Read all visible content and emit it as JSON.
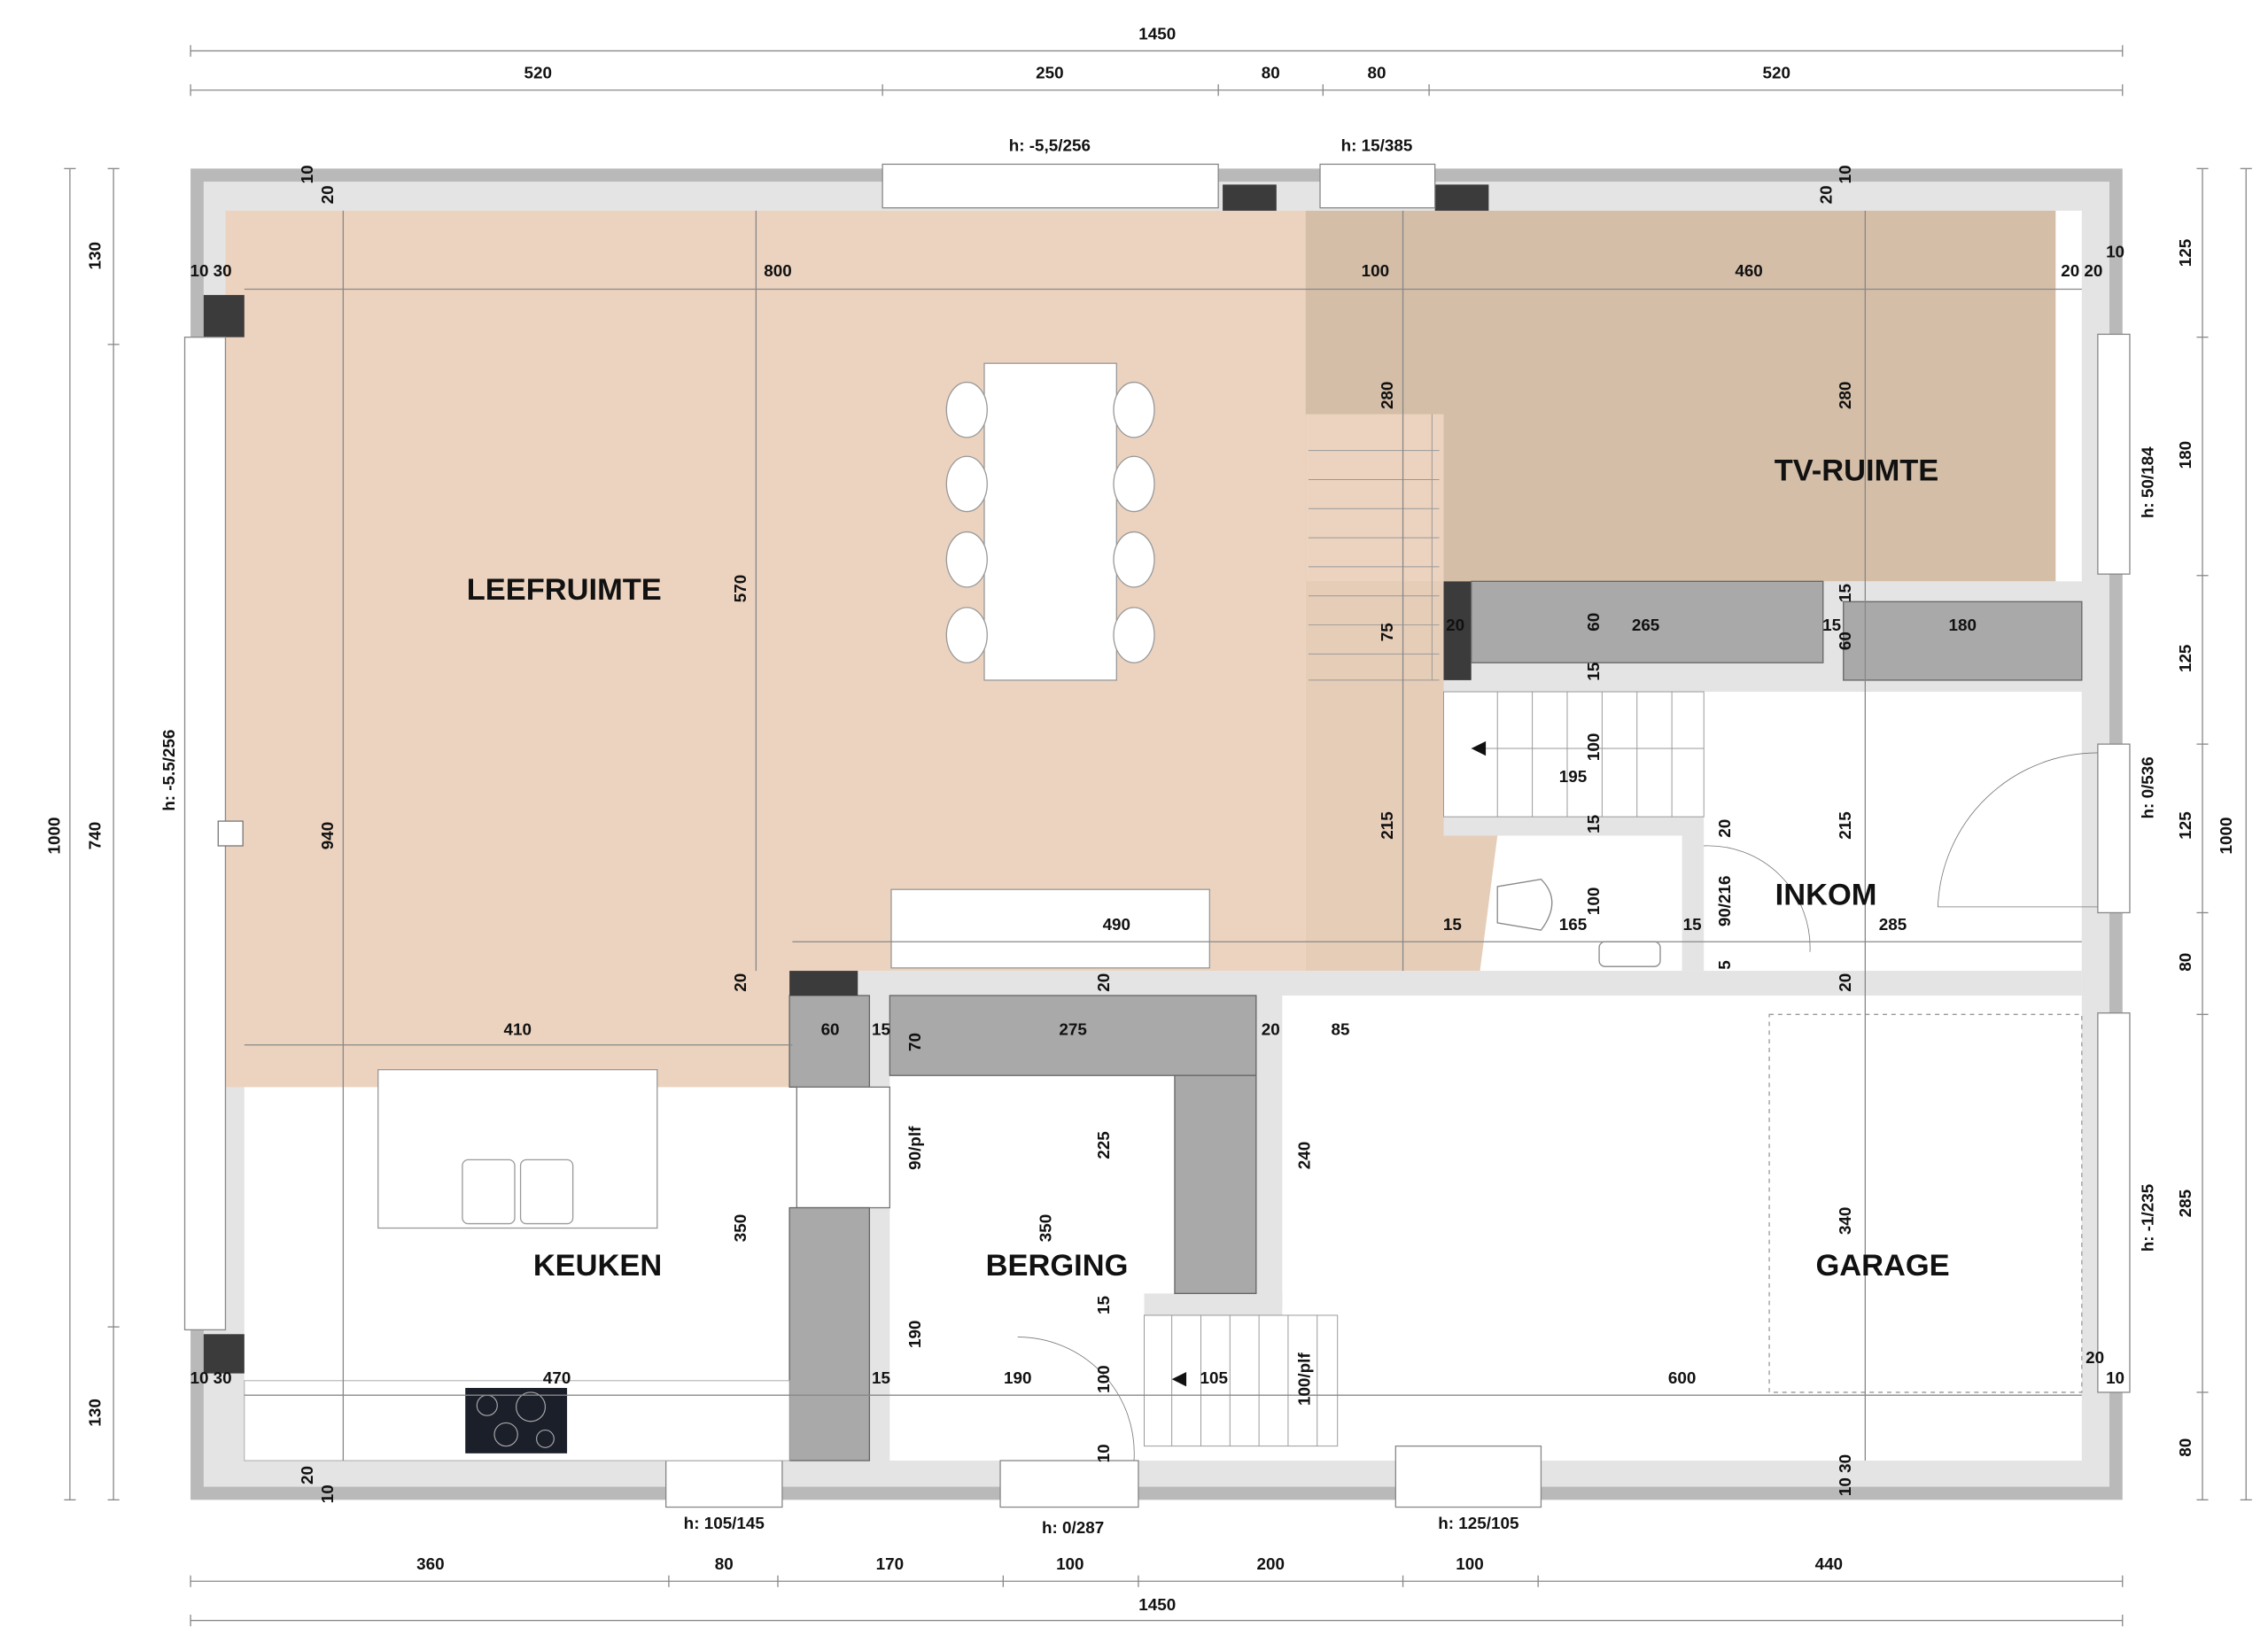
{
  "rooms": {
    "leefruimte": "LEEFRUIMTE",
    "tv_ruimte": "TV-RUIMTE",
    "inkom": "INKOM",
    "keuken": "KEUKEN",
    "berging": "BERGING",
    "garage": "GARAGE"
  },
  "outer_dims": {
    "top_total": "1450",
    "top_segments": [
      "520",
      "250",
      "80",
      "80",
      "520"
    ],
    "bottom_segments": [
      "360",
      "80",
      "170",
      "100",
      "200",
      "100",
      "440"
    ],
    "bottom_total": "1450",
    "left_total": "1000",
    "left_segments": [
      "130",
      "740",
      "130"
    ],
    "right_segments": [
      "125",
      "180",
      "125",
      "125",
      "80",
      "285",
      "80"
    ],
    "right_total": "1000"
  },
  "window_heights": [
    "h: -5,5/256",
    "h: 15/385",
    "h: -5.5/256",
    "h: 50/184",
    "h: 0/536",
    "h: -1/235",
    "h: 105/145",
    "h: 0/287",
    "h: 125/105"
  ],
  "interior_dims": [
    "10",
    "20",
    "10 30",
    "800",
    "100",
    "460",
    "20 20",
    "10",
    "20",
    "10",
    "280",
    "280",
    "570",
    "75",
    "20",
    "60",
    "265",
    "15",
    "60",
    "180",
    "15",
    "15",
    "100",
    "195",
    "15",
    "20",
    "215",
    "215",
    "940",
    "90/216",
    "100",
    "15",
    "165",
    "15",
    "285",
    "490",
    "5",
    "20",
    "20",
    "20",
    "410",
    "60",
    "15",
    "70",
    "275",
    "20",
    "85",
    "90/plf",
    "225",
    "240",
    "350",
    "350",
    "340",
    "15",
    "190",
    "10 30",
    "470",
    "15",
    "190",
    "100",
    "105",
    "100/plf",
    "600",
    "20",
    "10",
    "10",
    "20",
    "10",
    "10 30"
  ],
  "colors": {
    "living_floor": "#ecd3bf",
    "tv_floor": "#d4bea8",
    "cabinet": "#a9a9a9",
    "column": "#3b3b3b",
    "wall": "#e4e4e4"
  }
}
